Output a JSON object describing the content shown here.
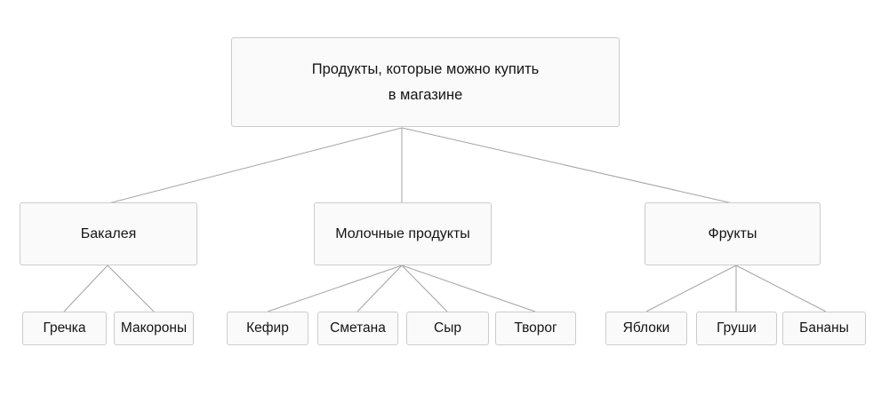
{
  "diagram_type": "tree",
  "colors": {
    "background": "#ffffff",
    "node_fill": "#fafafa",
    "node_border": "#cccccc",
    "connector": "#a3a3a3",
    "text": "#151515"
  },
  "root_label_lines": [
    "Продукты, которые можно купить",
    "в магазине"
  ],
  "tree": {
    "label": "Продукты, которые можно купить в магазине",
    "children": [
      {
        "label": "Бакалея",
        "children": [
          {
            "label": "Гречка"
          },
          {
            "label": "Макороны"
          }
        ]
      },
      {
        "label": "Молочные продукты",
        "children": [
          {
            "label": "Кефир"
          },
          {
            "label": "Сметана"
          },
          {
            "label": "Сыр"
          },
          {
            "label": "Творог"
          }
        ]
      },
      {
        "label": "Фрукты",
        "children": [
          {
            "label": "Яблоки"
          },
          {
            "label": "Груши"
          },
          {
            "label": "Бананы"
          }
        ]
      }
    ]
  }
}
